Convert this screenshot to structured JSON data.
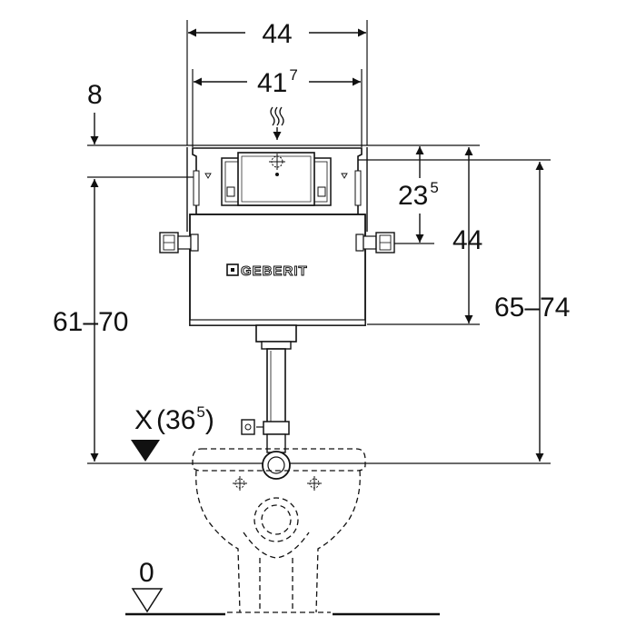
{
  "diagram": {
    "brand_logo_text": "GEBERIT",
    "dimensions": {
      "outer_width": "44",
      "inner_width": {
        "base": "41",
        "sup": "7"
      },
      "top_offset": "8",
      "button_offset": {
        "base": "23",
        "sup": "5"
      },
      "cistern_height": "44",
      "left_range": "61–70",
      "right_range": "65–74",
      "x_label": {
        "base": "X",
        "open": "(",
        "value": "36",
        "sup": "5",
        "close": ")"
      },
      "floor_level": "0"
    }
  }
}
